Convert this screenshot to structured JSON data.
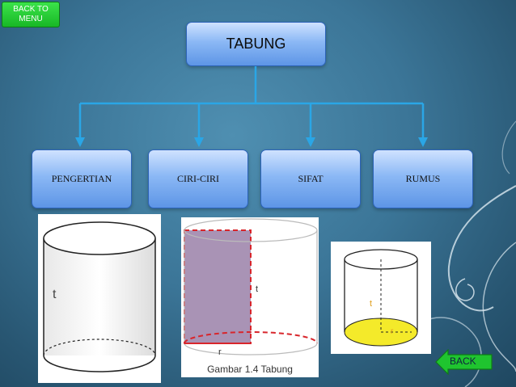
{
  "nav": {
    "back_to_menu": "BACK TO MENU",
    "back": "BACK"
  },
  "title": "TABUNG",
  "topics": [
    "PENGERTIAN",
    "CIRI-CIRI",
    "SIFAT",
    "RUMUS"
  ],
  "figures": {
    "first": {
      "height_label": "t"
    },
    "second": {
      "height_label": "t",
      "radius_label": "r",
      "caption": "Gambar 1.4 Tabung"
    },
    "third": {
      "height_label": "t",
      "radius_label": "r"
    }
  },
  "colors": {
    "node_fill": "#8bb8f5",
    "connector": "#2aa6e6",
    "back_button": "#1fc42f",
    "shaded_rect": "#a993b5",
    "red_dashes": "#d8262c",
    "base_yellow": "#f4ea2a"
  }
}
